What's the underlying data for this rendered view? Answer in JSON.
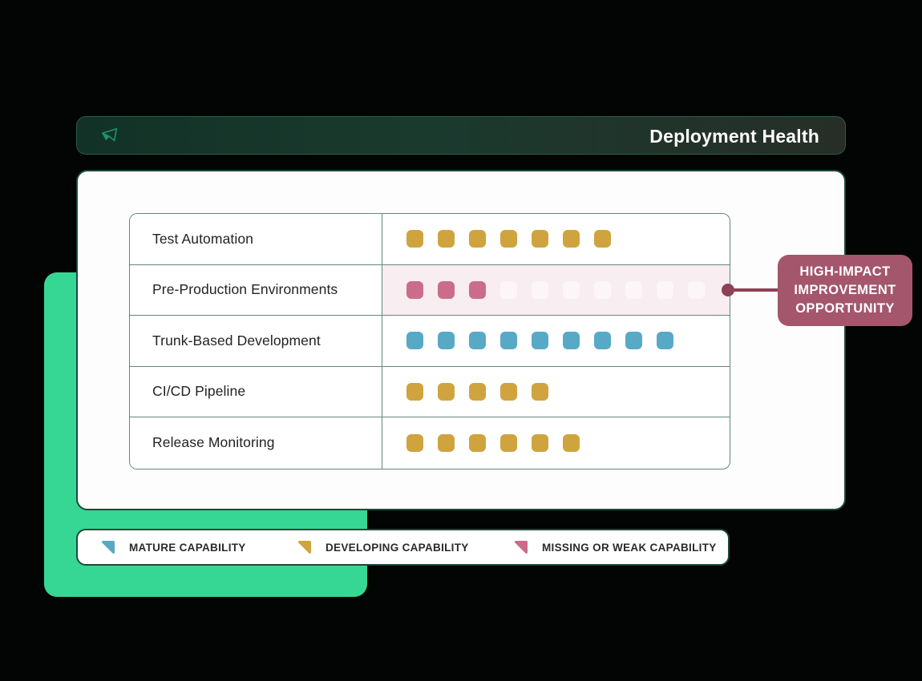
{
  "header": {
    "title": "Deployment Health"
  },
  "callout": {
    "lines": [
      "HIGH-IMPACT",
      "IMPROVEMENT",
      "OPPORTUNITY"
    ]
  },
  "legend": {
    "items": [
      {
        "id": "mature",
        "label": "MATURE CAPABILITY"
      },
      {
        "id": "developing",
        "label": "DEVELOPING CAPABILITY"
      },
      {
        "id": "missing",
        "label": "MISSING OR WEAK CAPABILITY"
      }
    ]
  },
  "matrix": {
    "rows": [
      {
        "label": "Test Automation",
        "status": "developing",
        "count": 7,
        "ghost_slots": 0,
        "highlighted": false
      },
      {
        "label": "Pre-Production Environments",
        "status": "missing",
        "count": 3,
        "ghost_slots": 7,
        "highlighted": true
      },
      {
        "label": "Trunk-Based Development",
        "status": "mature",
        "count": 9,
        "ghost_slots": 0,
        "highlighted": false
      },
      {
        "label": "CI/CD Pipeline",
        "status": "developing",
        "count": 5,
        "ghost_slots": 0,
        "highlighted": false
      },
      {
        "label": "Release Monitoring",
        "status": "developing",
        "count": 6,
        "ghost_slots": 0,
        "highlighted": false
      }
    ]
  },
  "colors": {
    "accent_green": "#36d694",
    "dark_green_border": "#1c4a39",
    "table_border": "#62887b",
    "status": {
      "mature": "#58a9c6",
      "developing": "#cfa43e",
      "missing": "#cb6c8a"
    },
    "highlight_row_bg": "#f8edf1",
    "ghost_square": "#fdf6f9",
    "callout_bg": "#a4566d",
    "connector": "#8d4056",
    "header_logo_green": "#1f9368"
  },
  "chart_data": {
    "type": "bar",
    "subtype": "unit-square-pictograph",
    "title": "Deployment Health",
    "categories": [
      "Test Automation",
      "Pre-Production Environments",
      "Trunk-Based Development",
      "CI/CD Pipeline",
      "Release Monitoring"
    ],
    "values": [
      7,
      3,
      9,
      5,
      6
    ],
    "max_units": 10,
    "unit_status": [
      "developing",
      "missing",
      "mature",
      "developing",
      "developing"
    ],
    "legend": [
      "MATURE CAPABILITY",
      "DEVELOPING CAPABILITY",
      "MISSING OR WEAK CAPABILITY"
    ],
    "legend_position": "bottom",
    "grid": false,
    "annotation": {
      "text": "HIGH-IMPACT IMPROVEMENT OPPORTUNITY",
      "target": "Pre-Production Environments"
    }
  }
}
